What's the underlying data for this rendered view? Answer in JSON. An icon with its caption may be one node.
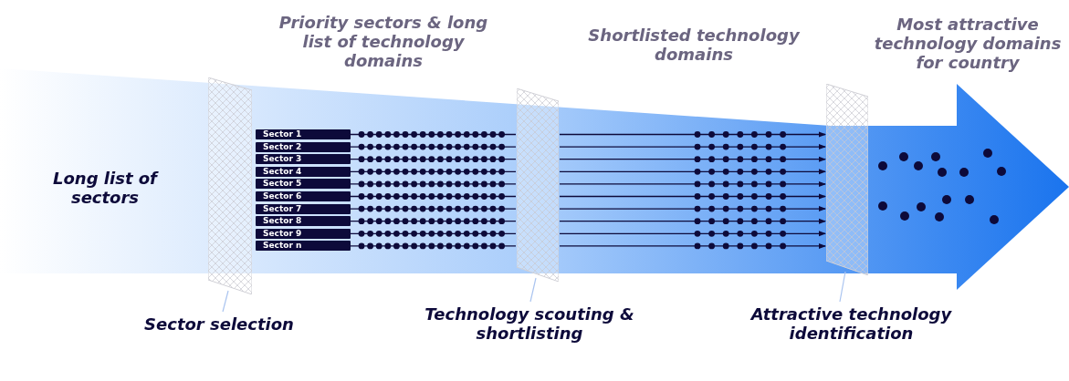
{
  "diagram": {
    "nodes": [
      {
        "text": [
          "Long list of sectors"
        ]
      },
      {
        "text": [
          "Sector 1"
        ]
      },
      {
        "text": [
          "Sector 2"
        ]
      },
      {
        "text": [
          "Sector 3"
        ]
      },
      {
        "text": [
          "Sector 4"
        ]
      },
      {
        "text": [
          "Sector 5"
        ]
      },
      {
        "text": [
          "Sector 6"
        ]
      },
      {
        "text": [
          "Sector 7"
        ]
      },
      {
        "text": [
          "Sector 8"
        ]
      },
      {
        "text": [
          "Sector 9"
        ]
      },
      {
        "text": [
          "Sector n"
        ]
      },
      {
        "text": [],
        "shape": "box"
      },
      {
        "text": [],
        "shape": "box"
      },
      {
        "text": [],
        "shape": "box"
      },
      {
        "text": [
          "Sector selection"
        ]
      },
      {
        "text": [
          "Technology scouting & shortlisting"
        ]
      },
      {
        "text": [
          "Attractive technology identification"
        ]
      }
    ],
    "edges": [
      {
        "from": 1,
        "to": 12,
        "arrow": "none"
      },
      {
        "from": 2,
        "to": 12,
        "arrow": "none"
      },
      {
        "from": 3,
        "to": 12,
        "arrow": "none"
      },
      {
        "from": 4,
        "to": 12,
        "arrow": "none"
      },
      {
        "from": 5,
        "to": 12,
        "arrow": "none"
      },
      {
        "from": 6,
        "to": 12,
        "arrow": "none"
      },
      {
        "from": 7,
        "to": 12,
        "arrow": "none"
      },
      {
        "from": 8,
        "to": 12,
        "arrow": "none"
      },
      {
        "from": 9,
        "to": 12,
        "arrow": "none"
      },
      {
        "from": 10,
        "to": 12,
        "arrow": "none"
      },
      {
        "from": 12,
        "to": 13,
        "arrow": "to"
      },
      {
        "from": 12,
        "to": 13,
        "arrow": "to"
      },
      {
        "from": 12,
        "to": 13,
        "arrow": "to"
      },
      {
        "from": 12,
        "to": 13,
        "arrow": "to"
      },
      {
        "from": 12,
        "to": 13,
        "arrow": "to"
      },
      {
        "from": 12,
        "to": 13,
        "arrow": "to"
      },
      {
        "from": 12,
        "to": 13,
        "arrow": "to"
      },
      {
        "from": 12,
        "to": 13,
        "arrow": "to"
      },
      {
        "from": 12,
        "to": 13,
        "arrow": "to"
      },
      {
        "from": 12,
        "to": 13,
        "arrow": "to"
      },
      {
        "from": 14,
        "to": 11,
        "arrow": "none",
        "color": "#aac4f0"
      },
      {
        "from": 15,
        "to": 12,
        "arrow": "none",
        "color": "#aac4f0"
      },
      {
        "from": 16,
        "to": 13,
        "arrow": "none",
        "color": "#aac4f0"
      }
    ],
    "labels": [
      "Priority sectors & long list of technology domains",
      "Shortlisted technology domains",
      "Most attractive technology domains for country"
    ]
  }
}
